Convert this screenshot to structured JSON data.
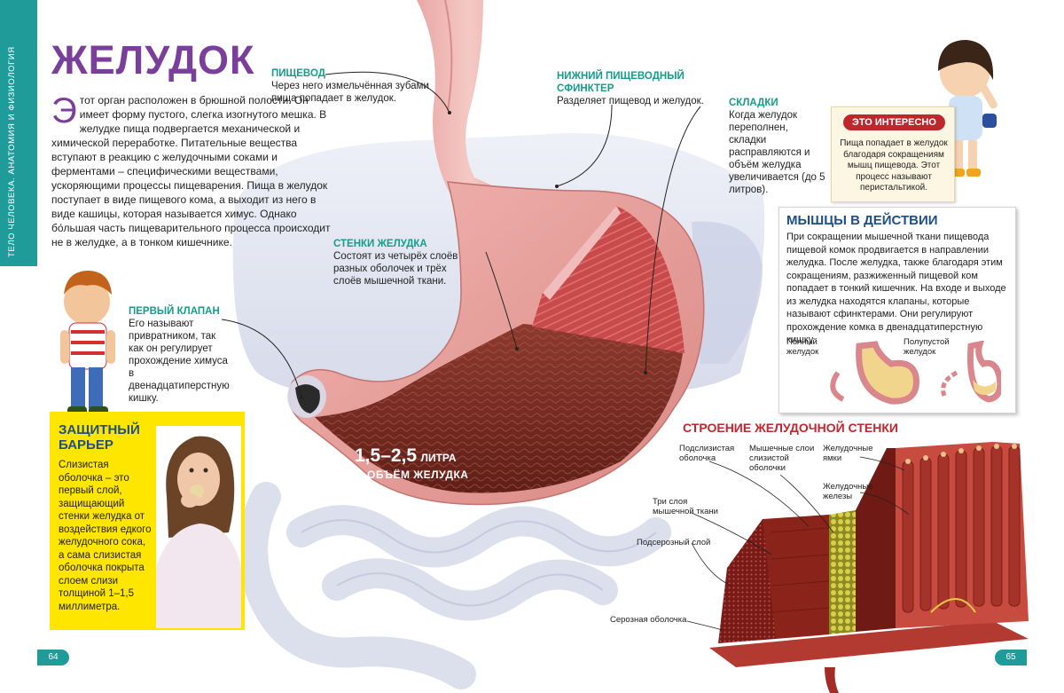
{
  "side_label": "Тело человека. Анатомия и физиология",
  "title": "ЖЕЛУДОК",
  "intro": {
    "dropcap": "Э",
    "text": "тот орган расположен в брюшной полости. Он имеет форму пустого, слегка изогнутого мешка. В желудке пища подвергается механической и химической переработке. Питательные вещества вступают в реакцию с желудочными соками и ферментами – специфическими веществами, ускоряющими процессы пищеварения. Пища в желудок поступает в виде пищевого кома, а выходит из него в виде кашицы, которая называется химус. Однако бо́льшая часть пищеварительного процесса происходит не в желудке, а в тонком кишечнике."
  },
  "callouts": {
    "esophagus": {
      "title": "ПИЩЕВОД",
      "text": "Через него измельчённая зубами пища попадает в желудок."
    },
    "sphincter": {
      "title": "НИЖНИЙ ПИЩЕВОДНЫЙ СФИНКТЕР",
      "text": "Разделяет пищевод и желудок."
    },
    "folds": {
      "title": "СКЛАДКИ",
      "text": "Когда желудок переполнен, складки расправляются и объём желудка увеличивается (до 5 литров)."
    },
    "walls": {
      "title": "СТЕНКИ ЖЕЛУДКА",
      "text": "Состоят из четырёх слоёв разных оболочек и трёх слоёв мышечной ткани."
    },
    "valve": {
      "title": "ПЕРВЫЙ КЛАПАН",
      "text": "Его называют привратником, так как он регулирует прохождение химуса в двенадцатиперстную кишку."
    }
  },
  "barrier": {
    "title": "ЗАЩИТНЫЙ БАРЬЕР",
    "text": "Слизистая оболочка – это первый слой, защищающий стенки желудка от воздействия едкого желудочного сока, а сама слизистая оболочка покрыта слоем слизи толщиной 1–1,5 миллиметра."
  },
  "volume": {
    "value": "1,5–2,5",
    "unit": "ЛИТРА",
    "caption": "ОБЪЁМ ЖЕЛУДКА"
  },
  "fact": {
    "badge": "ЭТО ИНТЕРЕСНО",
    "text": "Пища попадает в желудок благодаря сокращениям мышц пищевода. Этот процесс называют перистальтикой."
  },
  "muscles": {
    "title": "МЫШЦЫ В ДЕЙСТВИИ",
    "text": "При сокращении мышечной ткани пищевода пищевой комок продвигается в направлении желудка. После желудка, также благодаря этим сокращениям, разжиженный пищевой ком попадает в тонкий кишечник. На входе и выходе из желудка находятся клапаны, которые называют сфинктерами. Они регулируют прохождение комка в двенадцатиперстную кишку.",
    "full_label": "Полный желудок",
    "half_label": "Полупустой желудок"
  },
  "structure": {
    "title": "СТРОЕНИЕ ЖЕЛУДОЧНОЙ СТЕНКИ",
    "labels": {
      "submucosa": "Подслизистая оболочка",
      "muscular_mucosa": "Мышечные слои слизистой оболочки",
      "pits": "Желудочные ямки",
      "glands": "Желудочные железы",
      "three_layers": "Три слоя мышечной ткани",
      "subserous": "Подсерозный слой",
      "serous": "Серозная оболочка"
    }
  },
  "pages": {
    "left": "64",
    "right": "65"
  },
  "colors": {
    "title": "#7a3f9b",
    "teal": "#1f9c9a",
    "label": "#159c8a",
    "navy": "#1e4f87",
    "red": "#c0272d",
    "yellow": "#ffe600"
  }
}
